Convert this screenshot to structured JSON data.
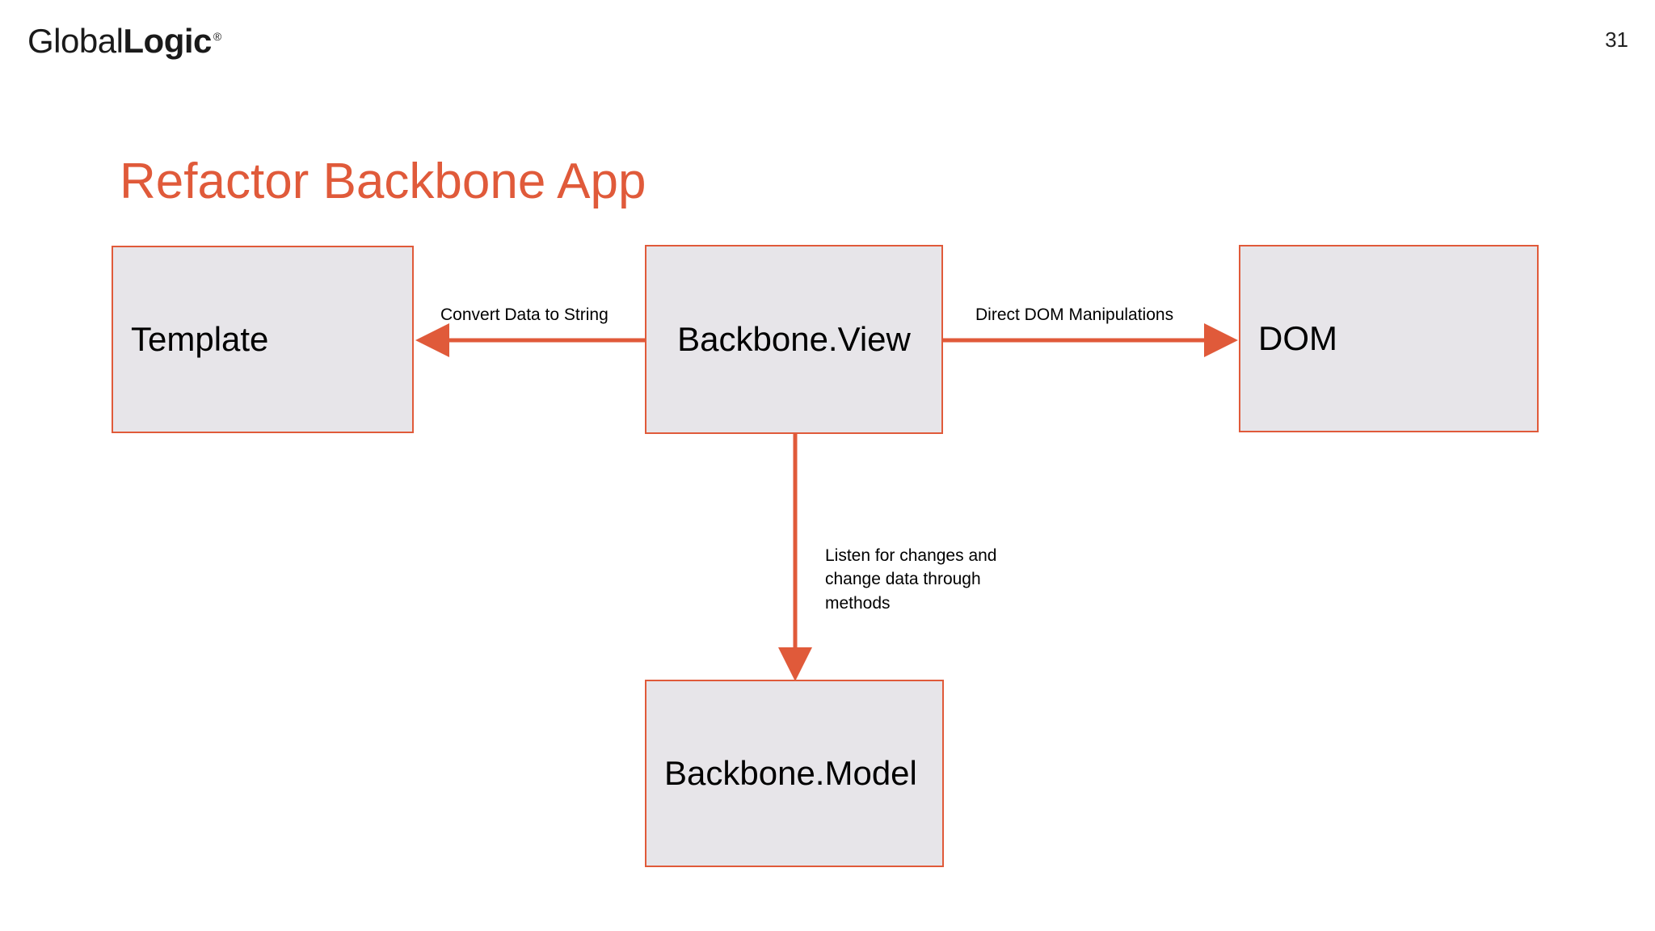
{
  "brand": {
    "logo_light": "Global",
    "logo_bold": "Logic",
    "logo_tm": "®",
    "accent_color": "#E05A3A",
    "node_fill_color": "#E7E5E9"
  },
  "header": {
    "page_number": "31"
  },
  "slide": {
    "title": "Refactor Backbone App"
  },
  "diagram": {
    "type": "flow",
    "nodes": [
      {
        "id": "template",
        "label": "Template",
        "align": "left"
      },
      {
        "id": "view",
        "label": "Backbone.View",
        "align": "center"
      },
      {
        "id": "dom",
        "label": "DOM",
        "align": "left"
      },
      {
        "id": "model",
        "label": "Backbone.Model",
        "align": "left"
      }
    ],
    "edges": [
      {
        "id": "view-to-template",
        "from": "view",
        "to": "template",
        "direction": "left",
        "label": "Convert Data to String"
      },
      {
        "id": "view-to-dom",
        "from": "view",
        "to": "dom",
        "direction": "right",
        "label": "Direct DOM Manipulations"
      },
      {
        "id": "view-to-model",
        "from": "view",
        "to": "model",
        "direction": "down",
        "label": "Listen for changes and change data through methods"
      }
    ]
  }
}
